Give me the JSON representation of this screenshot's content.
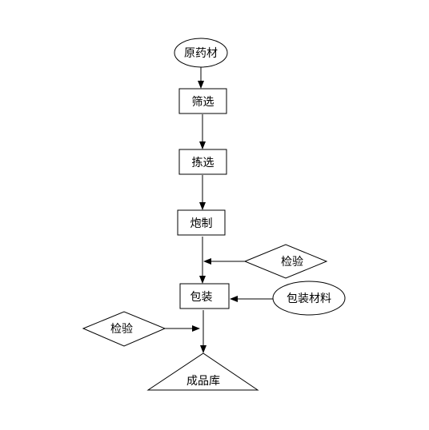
{
  "nodes": {
    "raw_material": "原药材",
    "screening": "筛选",
    "sorting": "拣选",
    "processing": "炮制",
    "packaging": "包装",
    "inspection_right": "检验",
    "packaging_material": "包装材料",
    "inspection_left": "检验",
    "finished_warehouse": "成品库"
  }
}
